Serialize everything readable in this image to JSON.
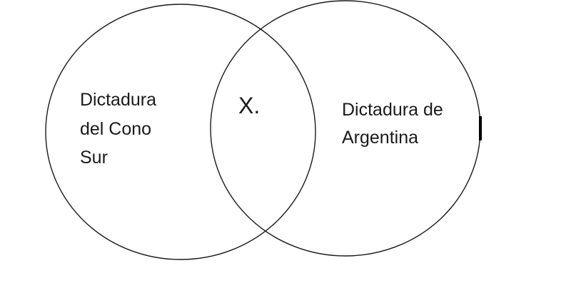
{
  "diagram": {
    "type": "venn",
    "left_set": {
      "label_lines": [
        "Dictadura",
        "del Cono",
        "Sur"
      ]
    },
    "right_set": {
      "label_lines": [
        "Dictadura de",
        "Argentina"
      ]
    },
    "intersection": {
      "label": "X."
    }
  }
}
